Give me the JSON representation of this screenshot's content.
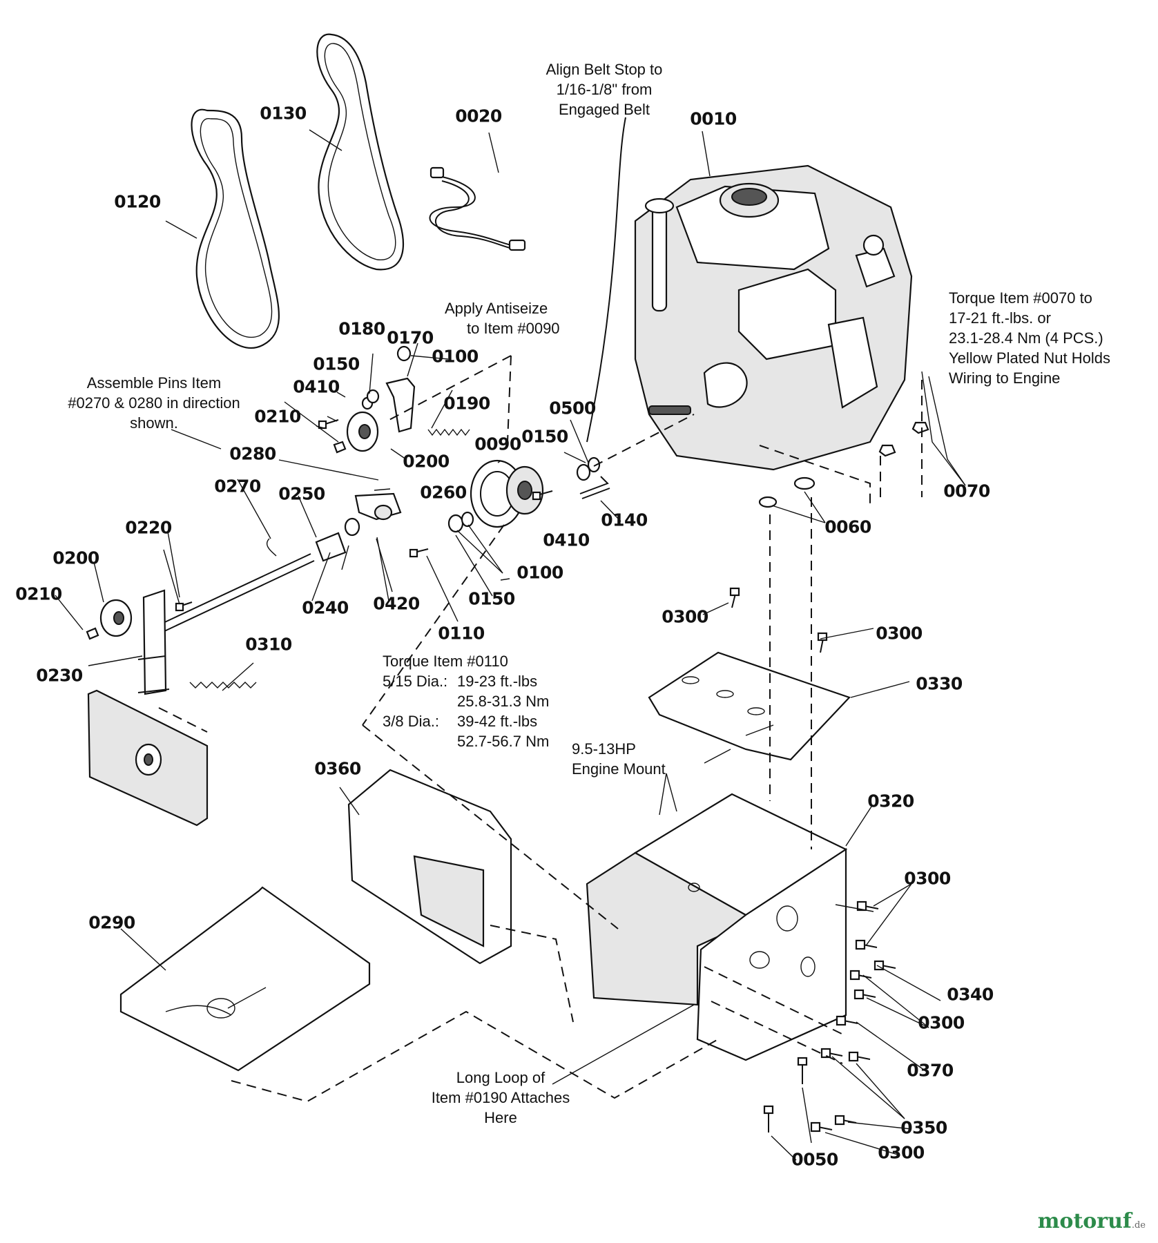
{
  "callouts": [
    {
      "id": "0010",
      "label": "0010"
    },
    {
      "id": "0020",
      "label": "0020"
    },
    {
      "id": "0050",
      "label": "0050"
    },
    {
      "id": "0060",
      "label": "0060"
    },
    {
      "id": "0070",
      "label": "0070"
    },
    {
      "id": "0090",
      "label": "0090"
    },
    {
      "id": "0100a",
      "label": "0100"
    },
    {
      "id": "0100b",
      "label": "0100"
    },
    {
      "id": "0110",
      "label": "0110"
    },
    {
      "id": "0120",
      "label": "0120"
    },
    {
      "id": "0130",
      "label": "0130"
    },
    {
      "id": "0140",
      "label": "0140"
    },
    {
      "id": "0150a",
      "label": "0150"
    },
    {
      "id": "0150b",
      "label": "0150"
    },
    {
      "id": "0150c",
      "label": "0150"
    },
    {
      "id": "0170",
      "label": "0170"
    },
    {
      "id": "0180",
      "label": "0180"
    },
    {
      "id": "0190",
      "label": "0190"
    },
    {
      "id": "0200a",
      "label": "0200"
    },
    {
      "id": "0200b",
      "label": "0200"
    },
    {
      "id": "0210a",
      "label": "0210"
    },
    {
      "id": "0210b",
      "label": "0210"
    },
    {
      "id": "0220",
      "label": "0220"
    },
    {
      "id": "0230",
      "label": "0230"
    },
    {
      "id": "0240",
      "label": "0240"
    },
    {
      "id": "0250",
      "label": "0250"
    },
    {
      "id": "0260",
      "label": "0260"
    },
    {
      "id": "0270",
      "label": "0270"
    },
    {
      "id": "0280",
      "label": "0280"
    },
    {
      "id": "0290",
      "label": "0290"
    },
    {
      "id": "0300a",
      "label": "0300"
    },
    {
      "id": "0300b",
      "label": "0300"
    },
    {
      "id": "0300c",
      "label": "0300"
    },
    {
      "id": "0300d",
      "label": "0300"
    },
    {
      "id": "0300e",
      "label": "0300"
    },
    {
      "id": "0310",
      "label": "0310"
    },
    {
      "id": "0320",
      "label": "0320"
    },
    {
      "id": "0330",
      "label": "0330"
    },
    {
      "id": "0340",
      "label": "0340"
    },
    {
      "id": "0350",
      "label": "0350"
    },
    {
      "id": "0360",
      "label": "0360"
    },
    {
      "id": "0370",
      "label": "0370"
    },
    {
      "id": "0410a",
      "label": "0410"
    },
    {
      "id": "0410b",
      "label": "0410"
    },
    {
      "id": "0420",
      "label": "0420"
    },
    {
      "id": "0500",
      "label": "0500"
    }
  ],
  "notes": {
    "belt_stop": [
      "Align Belt Stop to",
      "1/16-1/8\" from",
      "Engaged Belt"
    ],
    "antiseize": [
      "Apply Antiseize",
      "to Item #0090"
    ],
    "pins": [
      "Assemble Pins Item",
      "#0270 & 0280 in direction",
      "shown."
    ],
    "torque_0070": [
      "Torque Item #0070 to",
      "17-21 ft.-lbs. or",
      "23.1-28.4 Nm (4 PCS.)",
      "Yellow Plated Nut Holds",
      "Wiring to Engine"
    ],
    "torque_0110": {
      "title": "Torque Item #0110",
      "rows": [
        {
          "dia": "5/15 Dia.:",
          "lbs": "19-23 ft.-lbs",
          "nm": "25.8-31.3 Nm"
        },
        {
          "dia": "3/8 Dia.:",
          "lbs": "39-42 ft.-lbs",
          "nm": "52.7-56.7 Nm"
        }
      ]
    },
    "engine_mount": [
      "9.5-13HP",
      "Engine Mount"
    ],
    "long_loop": [
      "Long Loop of",
      "Item #0190 Attaches",
      "Here"
    ]
  },
  "watermark": {
    "name": "motoruf",
    "tld": ".de"
  },
  "colors": {
    "line": "#111111",
    "background": "#ffffff",
    "watermark": "#2c8b4a"
  }
}
